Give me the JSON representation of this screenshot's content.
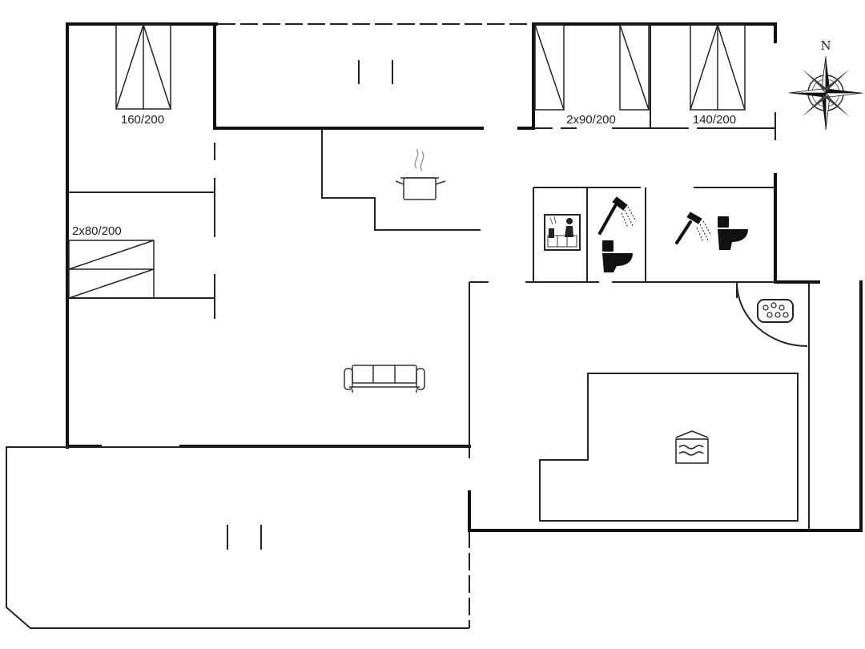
{
  "plan": {
    "compass": {
      "north_label": "N"
    },
    "bed_labels": {
      "bedroom_left": "160/200",
      "bedroom_top_right_a": "2x90/200",
      "bedroom_top_right_b": "140/200",
      "bedroom_bunk": "2x80/200"
    },
    "icons": [
      "kitchen-pot-icon",
      "sofa-icon",
      "sauna-icon",
      "shower-icon",
      "toilet-icon",
      "whirlpool-icon",
      "pool-icon",
      "compass-rose-icon"
    ],
    "colors": {
      "wall": "#111111",
      "line": "#222222",
      "background": "#ffffff"
    }
  }
}
